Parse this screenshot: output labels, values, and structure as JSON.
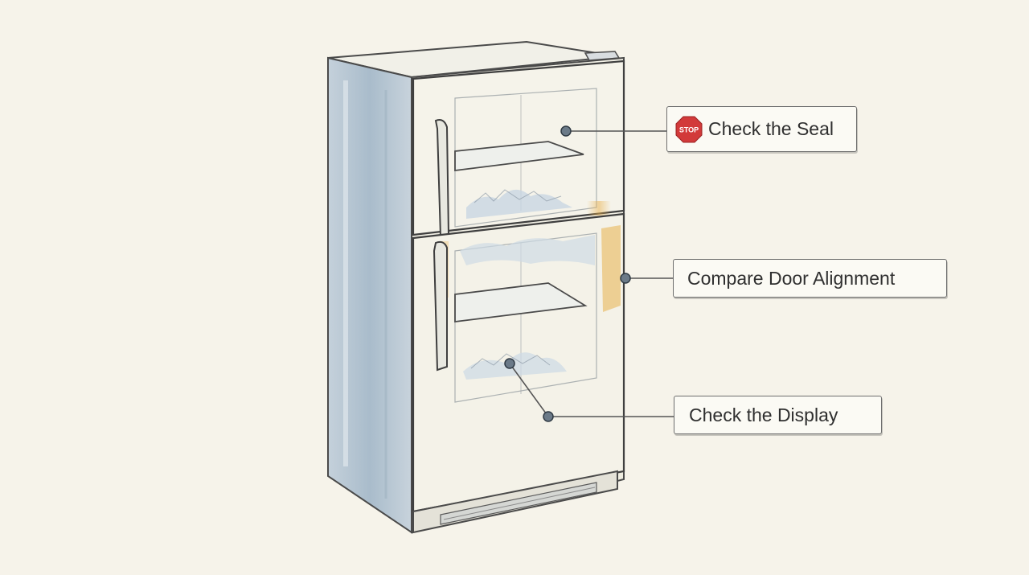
{
  "callouts": {
    "seal": {
      "label": "Check the Seal",
      "icon": "stop-sign-icon",
      "icon_text": "STOP",
      "icon_color": "#d23a3a"
    },
    "alignment": {
      "label": "Compare Door Alignment"
    },
    "display": {
      "label": "Check the Display"
    }
  },
  "colors": {
    "background": "#f6f3ea",
    "outline": "#4a4a4a",
    "fridge_side": "#b8c6d2",
    "fridge_front": "#f3f1e6",
    "frost": "#c9d6e2",
    "stain": "#e8b85a",
    "leader_dot": "#6b7a88"
  }
}
